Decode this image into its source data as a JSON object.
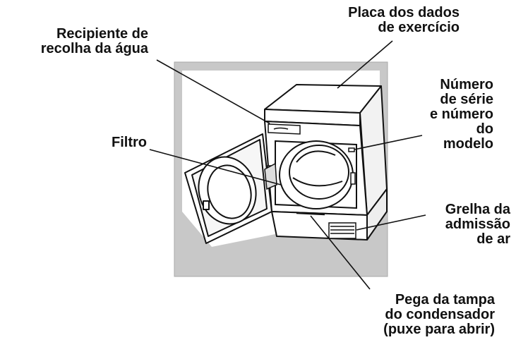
{
  "colors": {
    "backdrop": "#c8c8c8",
    "stroke": "#111111",
    "appliance_fill": "#ffffff",
    "label_text": "#111111"
  },
  "labels": {
    "rating_plate": [
      "Placa dos dados",
      "de exercício"
    ],
    "water_container": [
      "Recipiente de",
      "recolha da água"
    ],
    "serial_number": [
      "Número",
      "de série",
      "e número",
      "do",
      "modelo"
    ],
    "filter": [
      "Filtro"
    ],
    "air_intake_grille": [
      "Grelha da",
      "admissão",
      "de ar"
    ],
    "condenser_cover_handle": [
      "Pega da tampa",
      "do condensador",
      "(puxe para abrir)"
    ]
  }
}
